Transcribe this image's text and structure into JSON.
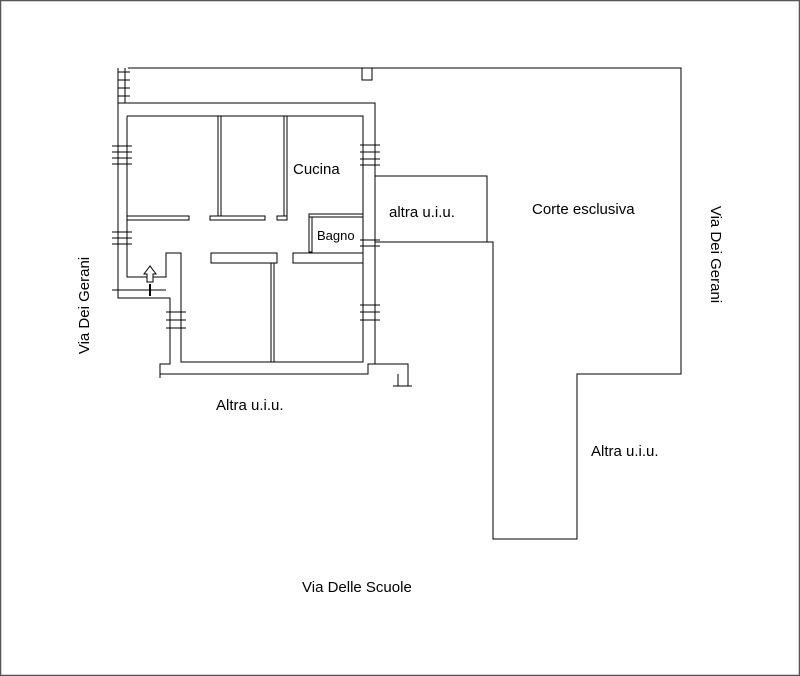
{
  "labels": {
    "cucina": "Cucina",
    "bagno": "Bagno",
    "altra_uiu_small": "altra u.i.u.",
    "corte_esclusiva": "Corte esclusiva",
    "via_dei_gerani_left": "Via Dei Gerani",
    "via_dei_gerani_right": "Via Dei Gerani",
    "altra_uiu_bottom": "Altra u.i.u.",
    "altra_uiu_right": "Altra u.i.u.",
    "via_delle_scuole": "Via Delle Scuole"
  },
  "colors": {
    "line": "#000000",
    "wall_fill": "#ffffff",
    "frame": "#555555"
  }
}
